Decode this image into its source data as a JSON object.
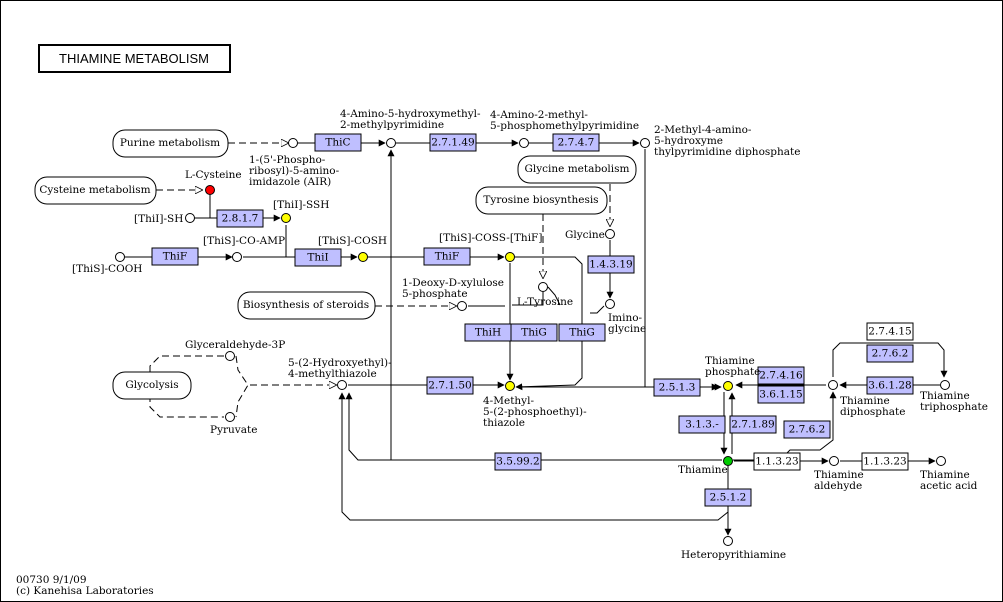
{
  "title": "THIAMINE METABOLISM",
  "footer": {
    "map_id": "00730 9/1/09",
    "copyright": "(c) Kanehisa Laboratories"
  },
  "colors": {
    "enzyme_fill": "#bfbfff",
    "highlight_yellow": "#ffff00",
    "highlight_red": "#ff0000",
    "highlight_green": "#00cc00"
  },
  "pathways": {
    "purine": "Purine metabolism",
    "cysteine": "Cysteine metabolism",
    "glycine": "Glycine metabolism",
    "tyrosine": "Tyrosine biosynthesis",
    "steroids": "Biosynthesis of steroids",
    "glycolysis": "Glycolysis"
  },
  "enzymes": {
    "thic": "ThiC",
    "e27149": "2.7.1.49",
    "e2747": "2.7.4.7",
    "e2817": "2.8.1.7",
    "thif1": "ThiF",
    "thii": "ThiI",
    "thif2": "ThiF",
    "e14319": "1.4.3.19",
    "thih": "ThiH",
    "thig1": "ThiG",
    "thig2": "ThiG",
    "e27150": "2.7.1.50",
    "e2513": "2.5.1.3",
    "e27416": "2.7.4.16",
    "e36115": "3.6.1.15",
    "e2762a": "2.7.6.2",
    "e27415": "2.7.4.15",
    "e36128": "3.6.1.28",
    "e2762b": "2.7.6.2",
    "e313": "3.1.3.-",
    "e27189": "2.7.1.89",
    "e35992": "3.5.99.2",
    "e11323a": "1.1.3.23",
    "e11323b": "1.1.3.23",
    "e2512": "2.5.1.2"
  },
  "compounds": {
    "hmp_1": "4-Amino-5-hydroxymethyl-",
    "hmp_2": "2-methylpyrimidine",
    "hmppa_1": "4-Amino-2-methyl-",
    "hmppa_2": "5-phosphomethylpyrimidine",
    "hmppp_1": "2-Methyl-4-amino-",
    "hmppp_2": "5-hydroxyme",
    "hmppp_3": "thylpyrimidine diphosphate",
    "air_1": "1-(5'-Phospho-",
    "air_2": "ribosyl)-5-amino-",
    "air_3": "imidazole (AIR)",
    "lcys": "L-Cysteine",
    "thii_sh": "[ThiI]-SH",
    "thii_ssh": "[ThiI]-SSH",
    "this_coamp": "[ThiS]-CO-AMP",
    "this_cooh": "[ThiS]-COOH",
    "this_cosh": "[ThiS]-COSH",
    "this_coss": "[ThiS]-COSS-[ThiF]",
    "glycine": "Glycine",
    "dxp_1": "1-Deoxy-D-xylulose",
    "dxp_2": "5-phosphate",
    "ltyr": "L-Tyrosine",
    "iminogly_1": "Imino-",
    "iminogly_2": "glycine",
    "g3p": "Glyceraldehyde-3P",
    "pyruvate": "Pyruvate",
    "het_1": "5-(2-Hydroxyethyl)-",
    "het_2": "4-methylthiazole",
    "hetp_1": "4-Methyl-",
    "hetp_2": "5-(2-phosphoethyl)-",
    "hetp_3": "thiazole",
    "tmp_1": "Thiamine",
    "tmp_2": "phosphate",
    "tdp_1": "Thiamine",
    "tdp_2": "diphosphate",
    "ttp_1": "Thiamine",
    "ttp_2": "triphosphate",
    "thiamine": "Thiamine",
    "tald_1": "Thiamine",
    "tald_2": "aldehyde",
    "tacid_1": "Thiamine",
    "tacid_2": "acetic acid",
    "hetpyr": "Heteropyrithiamine"
  }
}
